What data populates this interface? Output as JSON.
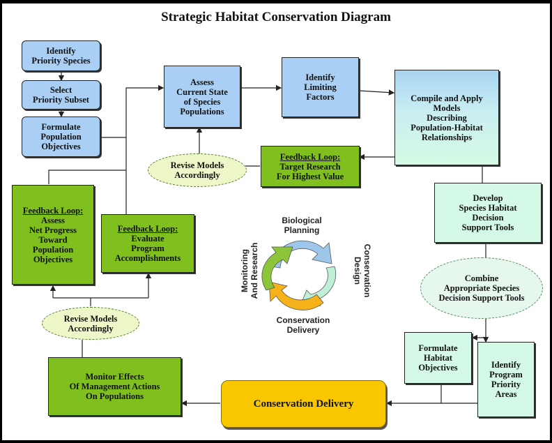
{
  "title": "Strategic Habitat Conservation Diagram",
  "boxes": {
    "identify_priority_species": [
      "Identify",
      "Priority Species"
    ],
    "select_priority_subset": [
      "Select",
      "Priority Subset"
    ],
    "formulate_population_objectives": [
      "Formulate",
      "Population",
      "Objectives"
    ],
    "assess_current_state": [
      "Assess",
      "Current State",
      "of Species",
      "Populations"
    ],
    "identify_limiting_factors": [
      "Identify",
      "Limiting",
      "Factors"
    ],
    "compile_apply_models": [
      "Compile and Apply",
      "Models",
      "Describing",
      "Population-Habitat",
      "Relationships"
    ],
    "feedback_target_research": {
      "heading": "Feedback Loop:",
      "lines": [
        "Target Research",
        "For Highest Value"
      ]
    },
    "feedback_assess_progress": {
      "heading": "Feedback Loop:",
      "lines": [
        "Assess",
        "Net Progress",
        "Toward",
        "Population",
        "Objectives"
      ]
    },
    "feedback_evaluate_program": {
      "heading": "Feedback Loop:",
      "lines": [
        "Evaluate",
        "Program",
        "Accomplishments"
      ]
    },
    "develop_decision_tools": [
      "Develop",
      "Species Habitat",
      "Decision",
      "Support Tools"
    ],
    "formulate_habitat_objectives": [
      "Formulate",
      "Habitat",
      "Objectives"
    ],
    "identify_program_priority_areas": [
      "Identify",
      "Program",
      "Priority",
      "Areas"
    ],
    "monitor_effects": [
      "Monitor Effects",
      "Of Management Actions",
      "On Populations"
    ],
    "conservation_delivery": [
      "Conservation Delivery"
    ]
  },
  "ovals": {
    "revise_models_top": [
      "Revise Models",
      "Accordingly"
    ],
    "revise_models_bottom": [
      "Revise Models",
      "Accordingly"
    ],
    "combine_tools": [
      "Combine",
      "Appropriate Species",
      "Decision Support Tools"
    ]
  },
  "cycle": {
    "top": "Biological\nPlanning",
    "right": "Conservation\nDesign",
    "bottom": "Conservation\nDelivery",
    "left": "Monitoring\nAnd Research",
    "colors": {
      "blue": "#9ec6ea",
      "mint": "#bff0d6",
      "gold": "#f6b21a",
      "green": "#8cc43a"
    }
  }
}
